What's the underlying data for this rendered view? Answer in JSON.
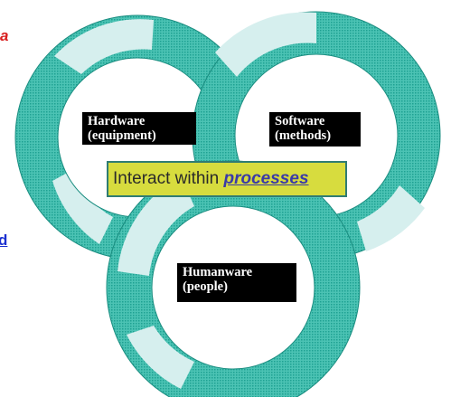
{
  "diagram": {
    "rings": [
      {
        "name": "hardware",
        "label_line1": "Hardware",
        "label_line2": "(equipment)"
      },
      {
        "name": "software",
        "label_line1": "Software",
        "label_line2": "(methods)"
      },
      {
        "name": "humanware",
        "label_line1": "Humanware",
        "label_line2": "(people)"
      }
    ],
    "center": {
      "text": "Interact within ",
      "emphasis": "processes"
    },
    "edge_fragments": {
      "top_left": "a",
      "mid_left": "d"
    },
    "colors": {
      "ring": "#2fb5a5",
      "ring_light": "#d6efee",
      "label_bg": "#000000",
      "label_text": "#ffffff",
      "center_box": "#d7dc3e",
      "center_border": "#2f7c73",
      "emphasis": "#3a3aa8",
      "fragment_red": "#d81e1e",
      "fragment_blue": "#1a2fd0"
    }
  }
}
